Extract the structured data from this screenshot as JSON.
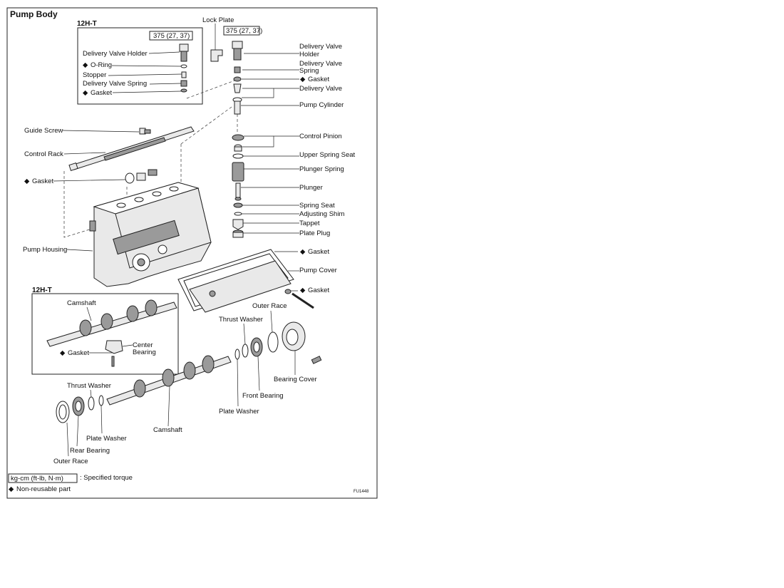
{
  "diagram": {
    "title": "Pump Body",
    "inset_top_title": "12H-T",
    "inset_bottom_title": "12H-T",
    "torque_value_inset": "375 (27, 37)",
    "torque_value_main": "375 (27, 37)",
    "labels": {
      "inset_delivery_valve_holder": "Delivery Valve Holder",
      "inset_o_ring": "O-Ring",
      "inset_stopper": "Stopper",
      "inset_delivery_valve_spring": "Delivery Valve Spring",
      "inset_gasket": "Gasket",
      "lock_plate": "Lock Plate",
      "delivery_valve_holder_1": "Delivery Valve",
      "delivery_valve_holder_2": "Holder",
      "delivery_valve_spring_1": "Delivery Valve",
      "delivery_valve_spring_2": "Spring",
      "gasket_1": "Gasket",
      "delivery_valve": "Delivery Valve",
      "pump_cylinder": "Pump Cylinder",
      "guide_screw": "Guide Screw",
      "control_pinion": "Control Pinion",
      "control_rack": "Control Rack",
      "upper_spring_seat": "Upper Spring Seat",
      "plunger_spring": "Plunger Spring",
      "gasket_left": "Gasket",
      "plunger": "Plunger",
      "spring_seat": "Spring Seat",
      "adjusting_shim": "Adjusting Shim",
      "tappet": "Tappet",
      "plate_plug": "Plate Plug",
      "pump_housing": "Pump Housing",
      "gasket_cover": "Gasket",
      "pump_cover": "Pump Cover",
      "gasket_bolt": "Gasket",
      "inset_camshaft": "Camshaft",
      "inset_center_bearing_1": "Center",
      "inset_center_bearing_2": "Bearing",
      "inset_gasket_bottom": "Gasket",
      "outer_race_right": "Outer Race",
      "thrust_washer_right": "Thrust Washer",
      "bearing_cover": "Bearing Cover",
      "front_bearing": "Front Bearing",
      "plate_washer_right": "Plate Washer",
      "thrust_washer_left": "Thrust Washer",
      "camshaft": "Camshaft",
      "plate_washer_left": "Plate Washer",
      "rear_bearing": "Rear Bearing",
      "outer_race_left": "Outer Race"
    },
    "legend": {
      "torque_box": "kg-cm (ft-lb, N·m)",
      "torque_text": ": Specified torque",
      "nonreusable_text": "Non-reusable part"
    },
    "figure_code": "FU1448",
    "nonreusable_symbol": "◆"
  }
}
